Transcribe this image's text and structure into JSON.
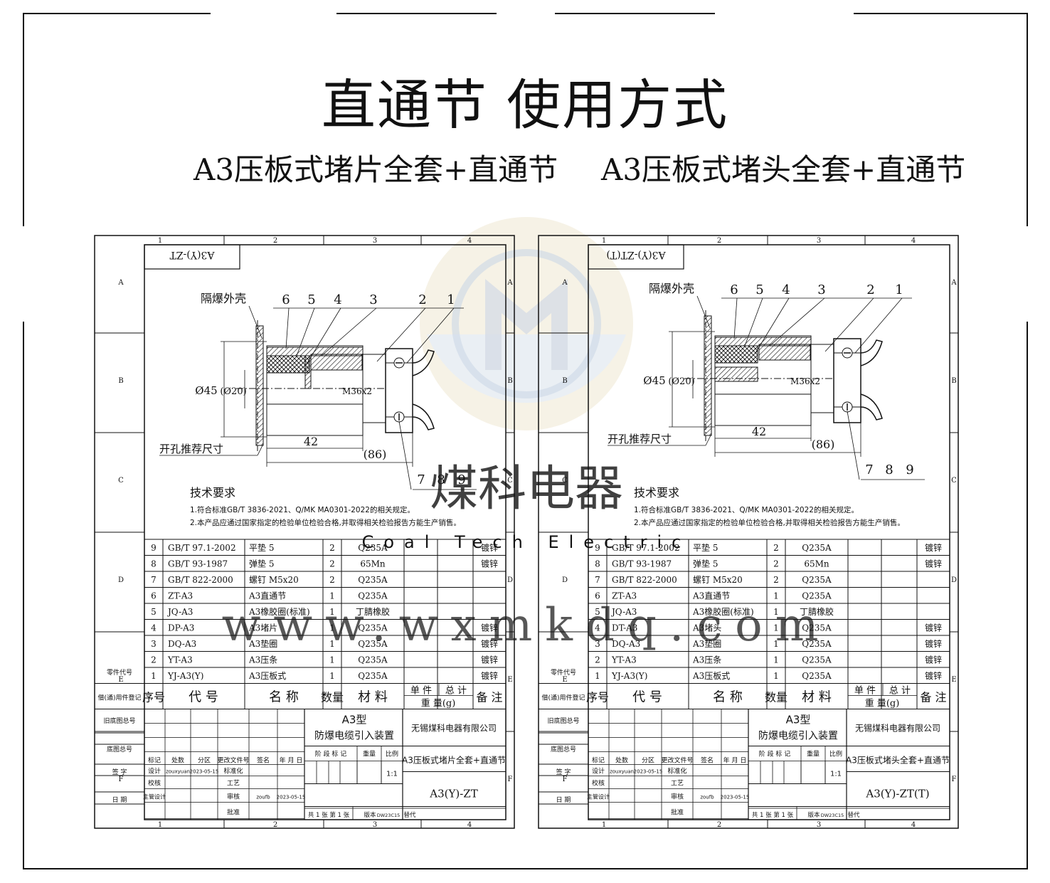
{
  "title": "直通节 使用方式",
  "watermark": {
    "company": "煤科电器",
    "english": "Coal Tech Electric",
    "site": "www.wxmkdq.com"
  },
  "grid": {
    "cols": [
      "1",
      "2",
      "3",
      "4"
    ],
    "rows": [
      "A",
      "B",
      "C",
      "D",
      "E",
      "F"
    ]
  },
  "left_labels": {
    "part_code": "零件代号",
    "reuse": "借(通)用件登记",
    "old_drawing": "旧底图总号",
    "base_drawing": "底图总号",
    "signature": "签 字",
    "date": "日 期"
  },
  "tech_req": {
    "heading": "技术要求",
    "line1": "1.符合标准GB/T 3836-2021、Q/MK MA0301-2022的相关规定。",
    "line2": "2.本产品应通过国家指定的检验单位检验合格,并取得相关检验报告方能生产销售。"
  },
  "drawing_labels": {
    "shell": "隔爆外壳",
    "hole": "开孔推荐尺寸",
    "d45": "Ø45",
    "d20": "(Ø20)",
    "thread": "M36x2",
    "len42": "42",
    "len86": "(86)",
    "top_nums": [
      "6",
      "5",
      "4",
      "3",
      "2",
      "1"
    ],
    "bottom_nums": [
      "7",
      "8",
      "9"
    ]
  },
  "bom_header": {
    "seq": "序号",
    "code": "代 号",
    "name": "名 称",
    "qty": "数量",
    "material": "材 料",
    "unit_weight": "单 件",
    "total": "总 计",
    "weight": "重 量(g)",
    "remark": "备 注"
  },
  "title_block": {
    "type": "A3型",
    "product": "防爆电缆引入装置",
    "company": "无锡煤科电器有限公司",
    "h_mark": "标记",
    "h_count": "处数",
    "h_zone": "分区",
    "h_doc": "更改文件号",
    "h_sign": "签名",
    "h_date": "年 月 日",
    "stage": "阶 段 标 记",
    "weight": "重量",
    "ratio": "比例",
    "scale": "1:1",
    "design": "设计",
    "designer": "zouxyuan",
    "design_date": "2023-05-15",
    "std": "标准化",
    "check": "校核",
    "craft": "工艺",
    "chief": "主管设计",
    "review": "审核",
    "reviewer": "zoufb",
    "review_date": "2023-05-15",
    "approve": "批准",
    "sheets": "共 1 张  第 1 张",
    "version_label": "版本",
    "version": "DW23C15",
    "replace": "替代"
  },
  "sheets": [
    {
      "subtitle": "A3压板式堵片全套+直通节",
      "code_box": "A3(Y)-ZT",
      "drawing_name": "A3压板式堵片全套+直通节",
      "drawing_no": "A3(Y)-ZT",
      "bom": [
        {
          "seq": "9",
          "code": "GB/T 97.1-2002",
          "name": "平垫 5",
          "qty": "2",
          "material": "Q235A",
          "remark": "镀锌"
        },
        {
          "seq": "8",
          "code": "GB/T 93-1987",
          "name": "弹垫 5",
          "qty": "2",
          "material": "65Mn",
          "remark": "镀锌"
        },
        {
          "seq": "7",
          "code": "GB/T 822-2000",
          "name": "螺钉 M5x20",
          "qty": "2",
          "material": "Q235A",
          "remark": ""
        },
        {
          "seq": "6",
          "code": "ZT-A3",
          "name": "A3直通节",
          "qty": "1",
          "material": "Q235A",
          "remark": ""
        },
        {
          "seq": "5",
          "code": "JQ-A3",
          "name": "A3橡胶圈(标准)",
          "qty": "1",
          "material": "丁腈橡胶",
          "remark": ""
        },
        {
          "seq": "4",
          "code": "DP-A3",
          "name": "A3堵片",
          "qty": "1",
          "material": "Q235A",
          "remark": "镀锌"
        },
        {
          "seq": "3",
          "code": "DQ-A3",
          "name": "A3垫圈",
          "qty": "1",
          "material": "Q235A",
          "remark": "镀锌"
        },
        {
          "seq": "2",
          "code": "YT-A3",
          "name": "A3压条",
          "qty": "1",
          "material": "Q235A",
          "remark": "镀锌"
        },
        {
          "seq": "1",
          "code": "YJ-A3(Y)",
          "name": "A3压板式",
          "qty": "1",
          "material": "Q235A",
          "remark": "镀锌"
        }
      ]
    },
    {
      "subtitle": "A3压板式堵头全套+直通节",
      "code_box": "A3(Y)-ZT(T)",
      "drawing_name": "A3压板式堵头全套+直通节",
      "drawing_no": "A3(Y)-ZT(T)",
      "bom": [
        {
          "seq": "9",
          "code": "GB/T 97.1-2002",
          "name": "平垫 5",
          "qty": "2",
          "material": "Q235A",
          "remark": "镀锌"
        },
        {
          "seq": "8",
          "code": "GB/T 93-1987",
          "name": "弹垫 5",
          "qty": "2",
          "material": "65Mn",
          "remark": "镀锌"
        },
        {
          "seq": "7",
          "code": "GB/T 822-2000",
          "name": "螺钉 M5x20",
          "qty": "2",
          "material": "Q235A",
          "remark": ""
        },
        {
          "seq": "6",
          "code": "ZT-A3",
          "name": "A3直通节",
          "qty": "1",
          "material": "Q235A",
          "remark": ""
        },
        {
          "seq": "5",
          "code": "JQ-A3",
          "name": "A3橡胶圈(标准)",
          "qty": "1",
          "material": "丁腈橡胶",
          "remark": ""
        },
        {
          "seq": "4",
          "code": "DT-A3",
          "name": "A3堵头",
          "qty": "1",
          "material": "Q235A",
          "remark": "镀锌"
        },
        {
          "seq": "3",
          "code": "DQ-A3",
          "name": "A3垫圈",
          "qty": "1",
          "material": "Q235A",
          "remark": "镀锌"
        },
        {
          "seq": "2",
          "code": "YT-A3",
          "name": "A3压条",
          "qty": "1",
          "material": "Q235A",
          "remark": "镀锌"
        },
        {
          "seq": "1",
          "code": "YJ-A3(Y)",
          "name": "A3压板式",
          "qty": "1",
          "material": "Q235A",
          "remark": "镀锌"
        }
      ]
    }
  ]
}
